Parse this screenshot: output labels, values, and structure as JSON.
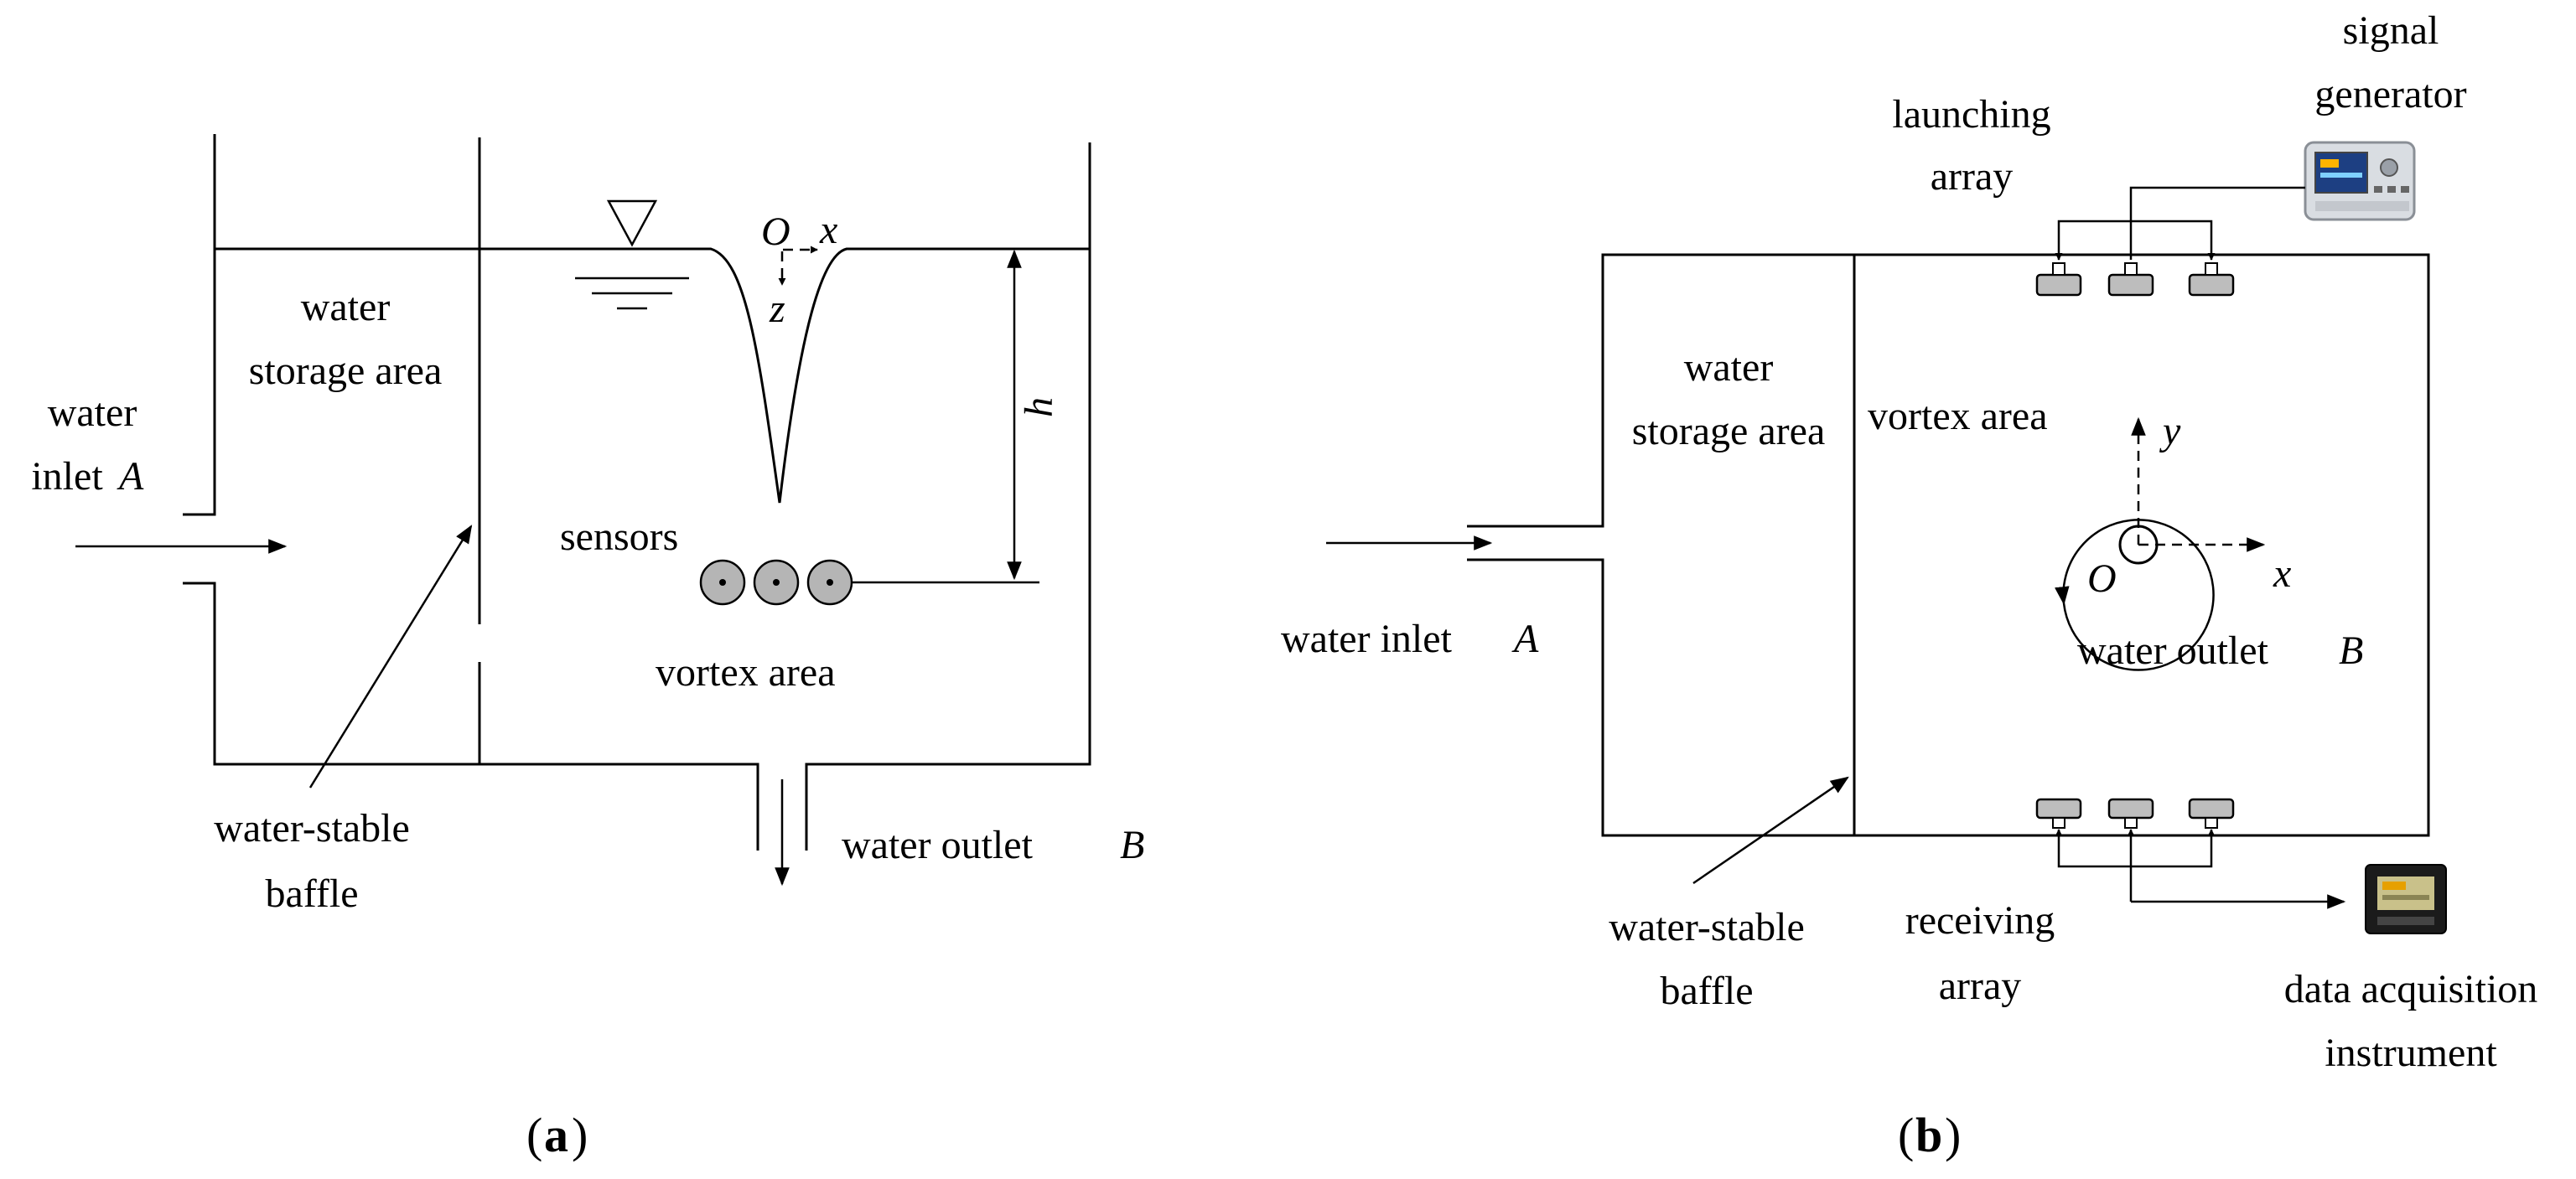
{
  "panel_a": {
    "water_storage_area": [
      "water",
      "storage area"
    ],
    "water_inlet": [
      "water",
      "inlet"
    ],
    "inlet_letter": "A",
    "sensors": "sensors",
    "vortex_area": "vortex area",
    "water_outlet": "water outlet",
    "outlet_letter": "B",
    "baffle": [
      "water-stable",
      "baffle"
    ],
    "axis_origin": "O",
    "axis_x": "x",
    "axis_z": "z",
    "depth": "h",
    "caption_letter": "a"
  },
  "panel_b": {
    "signal_generator": [
      "signal",
      "generator"
    ],
    "launching_array": [
      "launching",
      "array"
    ],
    "water_storage_area": [
      "water",
      "storage area"
    ],
    "vortex_area": "vortex area",
    "water_inlet": "water inlet",
    "inlet_letter": "A",
    "water_outlet": "water outlet",
    "outlet_letter": "B",
    "axis_origin": "O",
    "axis_x": "x",
    "axis_y": "y",
    "baffle": [
      "water-stable",
      "baffle"
    ],
    "receiving_array": [
      "receiving",
      "array"
    ],
    "data_acquisition": [
      "data acquisition",
      "instrument"
    ],
    "caption_letter": "b"
  }
}
